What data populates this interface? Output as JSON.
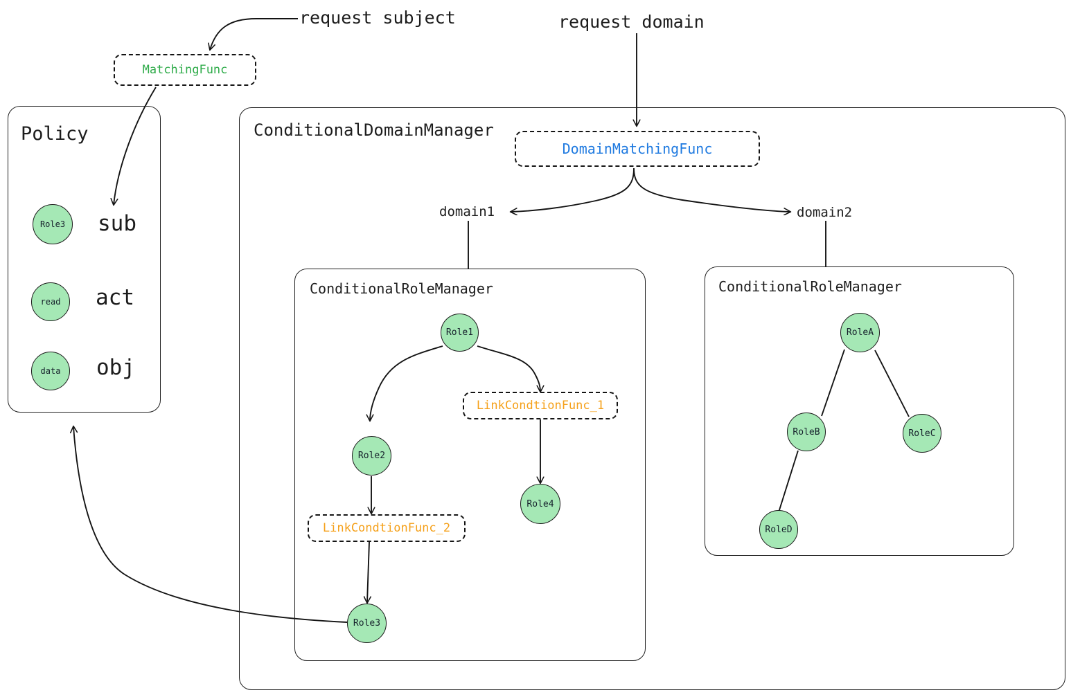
{
  "diagram": {
    "title_hint": "Casbin ConditionalDomainManager role hierarchy diagram",
    "colors": {
      "node_fill": "#a5e8b5",
      "stroke": "#1f1f1f",
      "matching_func_text": "#2eab49",
      "domain_matching_func_text": "#1f7ae0",
      "link_condition_func_text": "#f5a019",
      "background": "#ffffff"
    },
    "annotations": [
      {
        "name": "request-subject",
        "label": "request subject"
      },
      {
        "name": "request-domain",
        "label": "request domain"
      }
    ],
    "matching_func": {
      "label": "MatchingFunc"
    },
    "policy": {
      "title": "Policy",
      "rows": [
        {
          "node": "Role3",
          "label": "sub"
        },
        {
          "node": "read",
          "label": "act"
        },
        {
          "node": "data",
          "label": "obj"
        }
      ]
    },
    "conditional_domain_manager": {
      "title": "ConditionalDomainManager",
      "domain_matching_func": {
        "label": "DomainMatchingFunc"
      },
      "domain_labels": [
        {
          "name": "domain1",
          "label": "domain1"
        },
        {
          "name": "domain2",
          "label": "domain2"
        }
      ],
      "role_manager_left": {
        "title": "ConditionalRoleManager",
        "nodes": [
          {
            "id": "role1",
            "label": "Role1"
          },
          {
            "id": "role2",
            "label": "Role2"
          },
          {
            "id": "role3",
            "label": "Role3"
          },
          {
            "id": "role4",
            "label": "Role4"
          }
        ],
        "link_funcs": [
          {
            "id": "lcf1",
            "label": "LinkCondtionFunc_1"
          },
          {
            "id": "lcf2",
            "label": "LinkCondtionFunc_2"
          }
        ],
        "edges": [
          {
            "from": "role1",
            "to": "role2"
          },
          {
            "from": "role1",
            "to": "lcf1"
          },
          {
            "from": "lcf1",
            "to": "role4"
          },
          {
            "from": "role2",
            "to": "lcf2"
          },
          {
            "from": "lcf2",
            "to": "role3"
          },
          {
            "from": "role3",
            "to": "policy"
          }
        ]
      },
      "role_manager_right": {
        "title": "ConditionalRoleManager",
        "nodes": [
          {
            "id": "roleA",
            "label": "RoleA"
          },
          {
            "id": "roleB",
            "label": "RoleB"
          },
          {
            "id": "roleC",
            "label": "RoleC"
          },
          {
            "id": "roleD",
            "label": "RoleD"
          }
        ],
        "edges": [
          {
            "from": "roleA",
            "to": "roleB"
          },
          {
            "from": "roleA",
            "to": "roleC"
          },
          {
            "from": "roleB",
            "to": "roleD"
          }
        ]
      }
    }
  }
}
